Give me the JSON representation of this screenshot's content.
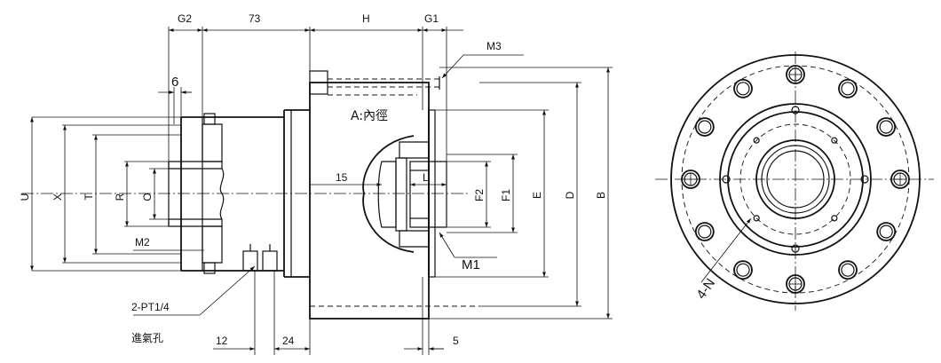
{
  "dimensions": {
    "g2": "G2",
    "d73": "73",
    "h": "H",
    "g1": "G1",
    "m3": "M3",
    "six": "6",
    "inner_dia": "A:內徑",
    "u": "U",
    "x": "X",
    "t": "T",
    "r": "R",
    "o": "O",
    "m2": "M2",
    "d15": "15",
    "l": "L",
    "f2": "F2",
    "f1": "F1",
    "e": "E",
    "d": "D",
    "b": "B",
    "m1": "M1",
    "port": "2-PT1/4",
    "air_inlet": "進氣孔",
    "d12": "12",
    "d24": "24",
    "d5": "5",
    "holes": "4-N"
  }
}
